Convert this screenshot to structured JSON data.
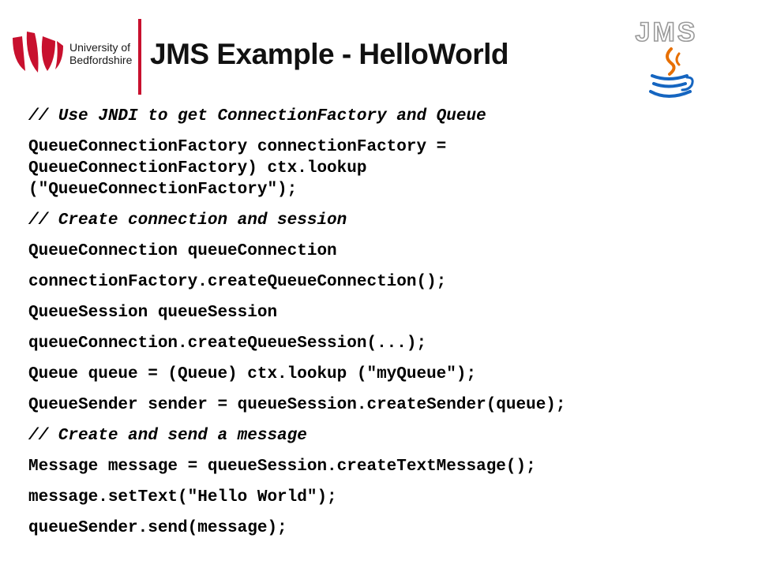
{
  "header": {
    "university_lines": "University of\nBedfordshire",
    "title": "JMS Example - HelloWorld",
    "jms_logo_text": "JMS",
    "brand_color": "#c8102e"
  },
  "code_lines": [
    {
      "text": "// Use JNDI to get ConnectionFactory and Queue",
      "comment": true
    },
    {
      "text": "QueueConnectionFactory connectionFactory =\nQueueConnectionFactory) ctx.lookup\n(\"QueueConnectionFactory\");",
      "comment": false
    },
    {
      "text": "// Create connection and session",
      "comment": true
    },
    {
      "text": "QueueConnection queueConnection",
      "comment": false
    },
    {
      "text": "connectionFactory.createQueueConnection();",
      "comment": false
    },
    {
      "text": "QueueSession queueSession",
      "comment": false
    },
    {
      "text": "queueConnection.createQueueSession(...);",
      "comment": false
    },
    {
      "text": "Queue queue = (Queue) ctx.lookup (\"myQueue\");",
      "comment": false
    },
    {
      "text": "QueueSender sender = queueSession.createSender(queue);",
      "comment": false
    },
    {
      "text": "// Create and send a message",
      "comment": true
    },
    {
      "text": "Message message = queueSession.createTextMessage();",
      "comment": false
    },
    {
      "text": "message.setText(\"Hello World\");",
      "comment": false
    },
    {
      "text": "queueSender.send(message);",
      "comment": false
    }
  ]
}
